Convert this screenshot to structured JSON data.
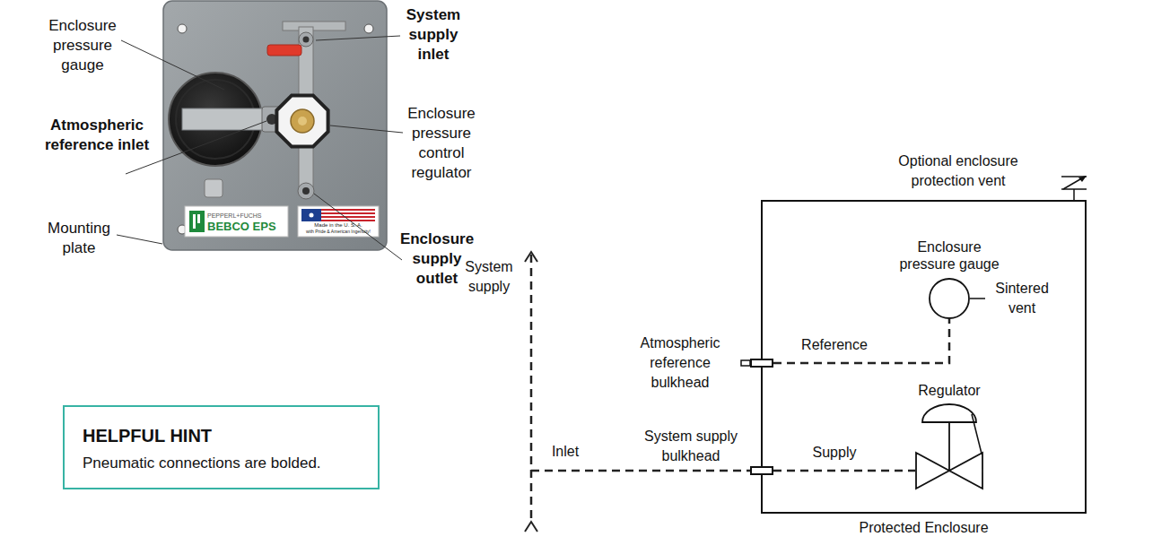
{
  "diagram": {
    "nodes": [
      {
        "text": [
          "HELPFUL HINT",
          "Pneumatic connections are bolded."
        ]
      },
      {
        "text": [
          "Protected Enclosure"
        ]
      },
      {
        "text": [
          "Enclosure pressure gauge"
        ],
        "in": 1
      },
      {
        "text": [
          "Regulator"
        ],
        "in": 1
      },
      {
        "text": [
          "Atmospheric reference bulkhead"
        ],
        "in": 1
      },
      {
        "text": [
          "System supply bulkhead"
        ],
        "in": 1
      }
    ],
    "edges": [
      {
        "from": 4,
        "to": 2,
        "arrow": "none",
        "label": "Reference"
      },
      {
        "from": 5,
        "to": 3,
        "arrow": "none",
        "label": "Supply"
      }
    ],
    "labels": [
      "Enclosure pressure gauge",
      "System supply inlet",
      "Atmospheric reference inlet",
      "Enclosure pressure control regulator",
      "Mounting plate",
      "Enclosure supply outlet",
      "PEPPERL+FUCHS",
      "BEBCO EPS",
      "Made in the U. S. A.",
      "with Pride & American Ingenuity!",
      "Optional enclosure protection vent",
      "Sintered vent",
      "System supply",
      "Inlet"
    ]
  }
}
